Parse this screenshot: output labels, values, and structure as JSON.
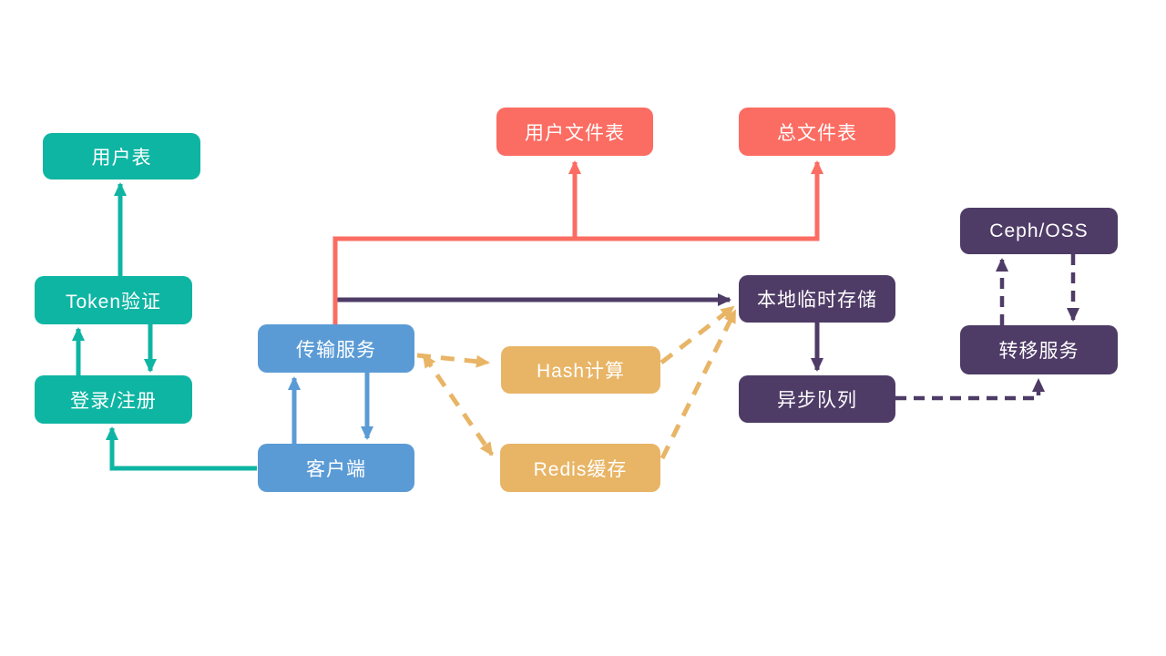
{
  "colors": {
    "background": "#FFFFFF",
    "text": "#FFFFFF",
    "teal": "#0FB5A3",
    "coral": "#FB6C62",
    "blue": "#5B9BD5",
    "gold": "#E8B566",
    "purple": "#4E3B66"
  },
  "nodes": {
    "user_table": {
      "label": "用户表",
      "color": "#0FB5A3"
    },
    "token_verify": {
      "label": "Token验证",
      "color": "#0FB5A3"
    },
    "login_register": {
      "label": "登录/注册",
      "color": "#0FB5A3"
    },
    "user_file_table": {
      "label": "用户文件表",
      "color": "#FB6C62"
    },
    "total_file_table": {
      "label": "总文件表",
      "color": "#FB6C62"
    },
    "transfer_service": {
      "label": "传输服务",
      "color": "#5B9BD5"
    },
    "client": {
      "label": "客户端",
      "color": "#5B9BD5"
    },
    "hash_compute": {
      "label": "Hash计算",
      "color": "#E8B566"
    },
    "redis_cache": {
      "label": "Redis缓存",
      "color": "#E8B566"
    },
    "local_temp_storage": {
      "label": "本地临时存储",
      "color": "#4E3B66"
    },
    "async_queue": {
      "label": "异步队列",
      "color": "#4E3B66"
    },
    "ceph_oss": {
      "label": "Ceph/OSS",
      "color": "#4E3B66"
    },
    "migrate_service": {
      "label": "转移服务",
      "color": "#4E3B66"
    }
  },
  "edges": [
    {
      "from": "token_verify",
      "to": "user_table",
      "style": "solid",
      "color": "teal"
    },
    {
      "from": "login_register",
      "to": "token_verify",
      "style": "solid",
      "color": "teal"
    },
    {
      "from": "token_verify",
      "to": "login_register",
      "style": "solid",
      "color": "teal"
    },
    {
      "from": "client",
      "to": "login_register",
      "style": "solid",
      "color": "teal"
    },
    {
      "from": "client",
      "to": "transfer_service",
      "style": "solid",
      "color": "blue"
    },
    {
      "from": "transfer_service",
      "to": "client",
      "style": "solid",
      "color": "blue"
    },
    {
      "from": "transfer_service",
      "to": "user_file_table",
      "style": "solid",
      "color": "coral"
    },
    {
      "from": "transfer_service",
      "to": "total_file_table",
      "style": "solid",
      "color": "coral"
    },
    {
      "from": "transfer_service",
      "to": "local_temp_storage",
      "style": "solid",
      "color": "purple"
    },
    {
      "from": "local_temp_storage",
      "to": "async_queue",
      "style": "solid",
      "color": "purple"
    },
    {
      "from": "transfer_service",
      "to": "hash_compute",
      "style": "dashed",
      "color": "gold"
    },
    {
      "from": "transfer_service",
      "to": "redis_cache",
      "style": "dashed",
      "color": "gold",
      "bidirectional": true
    },
    {
      "from": "hash_compute",
      "to": "local_temp_storage",
      "style": "dashed",
      "color": "gold"
    },
    {
      "from": "redis_cache",
      "to": "local_temp_storage",
      "style": "dashed",
      "color": "gold"
    },
    {
      "from": "async_queue",
      "to": "migrate_service",
      "style": "dashed",
      "color": "purple"
    },
    {
      "from": "migrate_service",
      "to": "ceph_oss",
      "style": "dashed",
      "color": "purple"
    },
    {
      "from": "ceph_oss",
      "to": "migrate_service",
      "style": "dashed",
      "color": "purple"
    }
  ]
}
